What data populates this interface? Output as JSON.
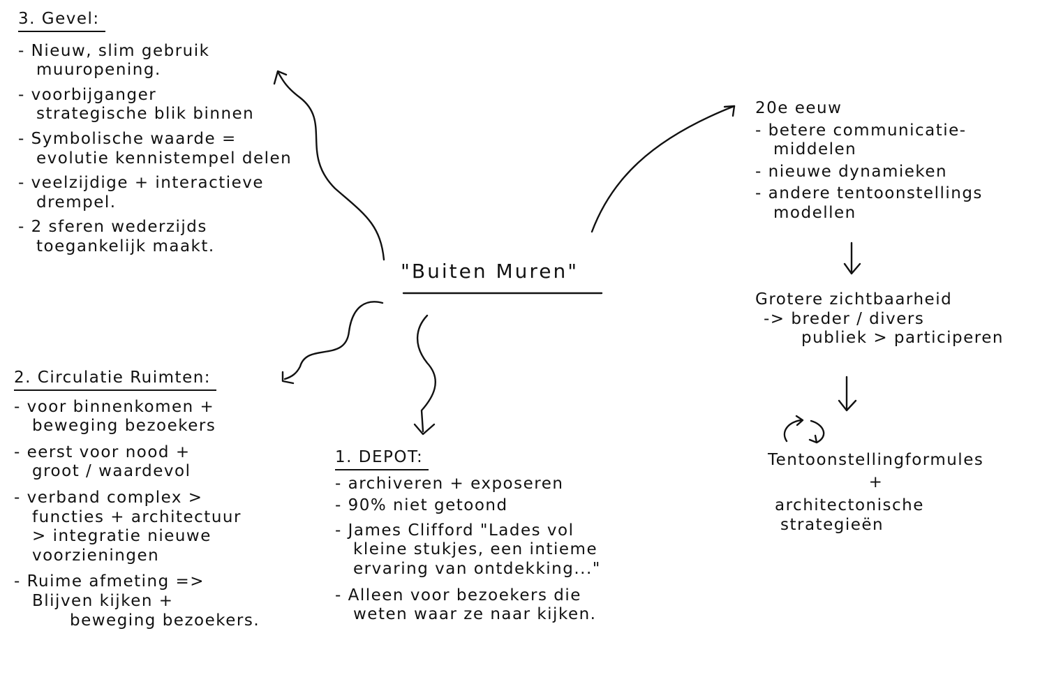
{
  "center": {
    "title": "\"Buiten Muren\""
  },
  "gevel": {
    "heading": "3. Gevel:",
    "lines": [
      "- Nieuw, slim gebruik",
      "muuropening.",
      "- voorbijganger",
      "strategische blik binnen",
      "- Symbolische waarde =",
      "evolutie kennistempel delen",
      "- veelzijdige + interactieve",
      "drempel.",
      "- 2 sferen wederzijds",
      "toegankelijk maakt."
    ]
  },
  "circulatie": {
    "heading": "2. Circulatie Ruimten:",
    "lines": [
      "- voor binnenkomen +",
      "beweging bezoekers",
      "- eerst voor nood +",
      "groot / waardevol",
      "- verband complex >",
      "functies + architectuur",
      "> integratie nieuwe",
      "voorzieningen",
      "- Ruime afmeting =>",
      "Blijven kijken +",
      "beweging bezoekers."
    ]
  },
  "depot": {
    "heading": "1. DEPOT:",
    "lines": [
      "- archiveren + exposeren",
      "- 90% niet getoond",
      "- James Clifford \"Lades vol",
      "kleine stukjes, een intieme",
      "ervaring van ontdekking...\"",
      "- Alleen voor bezoekers die",
      "weten waar ze naar kijken."
    ]
  },
  "eeuw": {
    "heading": "20e eeuw",
    "lines": [
      "- betere communicatie-",
      "middelen",
      "- nieuwe dynamieken",
      "- andere tentoonstellings",
      "modellen"
    ]
  },
  "zichtbaarheid": {
    "lines": [
      "Grotere zichtbaarheid",
      "-> breder / divers",
      "publiek > participeren"
    ]
  },
  "formules": {
    "lines": [
      "Tentoonstellingformules",
      "+",
      "architectonische",
      "strategieën"
    ]
  }
}
